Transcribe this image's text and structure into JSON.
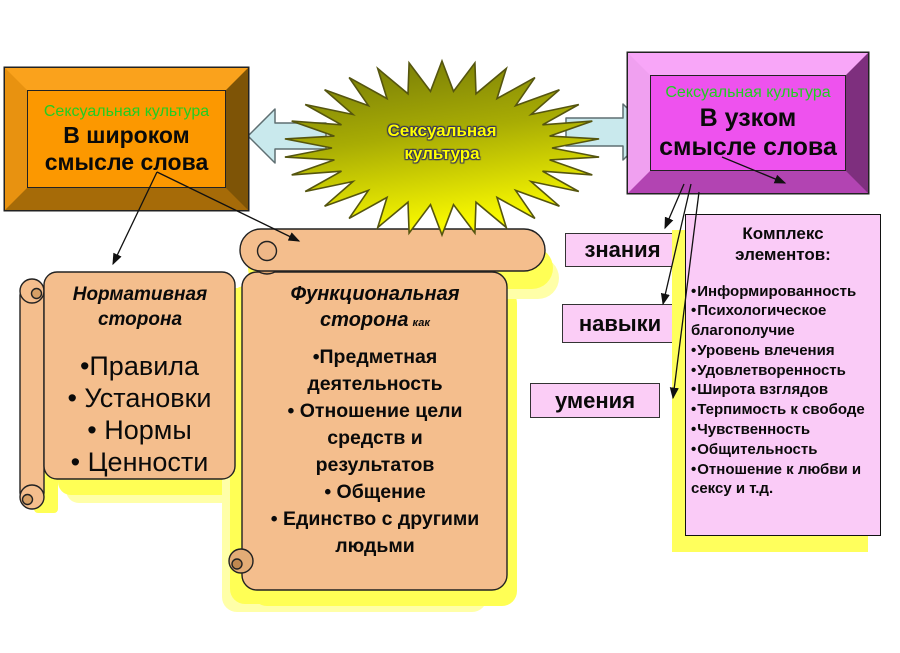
{
  "starburst": {
    "label": "Сексуальная\nкультура"
  },
  "broad_box": {
    "subtitle": "Сексуальная культура",
    "title": "В широком\nсмысле слова"
  },
  "narrow_box": {
    "subtitle": "Сексуальная культура",
    "title": "В узком\nсмысле слова"
  },
  "normative_scroll": {
    "title": "Нормативная\nсторона",
    "items": [
      "•Правила",
      "• Установки",
      "• Нормы",
      "• Ценности"
    ]
  },
  "functional_scroll": {
    "title": "Функциональная\nсторона",
    "title_suffix": "как",
    "items": [
      "•Предметная\nдеятельность",
      "• Отношение цели\nсредств и\nрезультатов",
      "• Общение",
      "• Единство с другими\nлюдьми"
    ]
  },
  "skill_boxes": [
    {
      "label": "знания"
    },
    {
      "label": "навыки"
    },
    {
      "label": "умения"
    }
  ],
  "complex_box": {
    "title": "Комплекс\nэлементов:",
    "items": [
      "Информированность",
      "Психологическое благополучие",
      "Уровень влечения",
      "Удовлетворенность",
      "Широта взглядов",
      "Терпимость к свободе",
      "Чувственность",
      "Общительность",
      "Отношение к любви и сексу и т.д."
    ]
  },
  "colors": {
    "broad_fill": "#FC9800",
    "narrow_fill": "#EE52EE",
    "scroll_fill": "#F4BE8D",
    "glow_yellow": "#FFFF55",
    "pink_fill": "#FACBF7",
    "star_yellow": "#FFFF00",
    "subtitle_green": "#21CE21",
    "arrow_cyan": "#C9E9ED"
  }
}
